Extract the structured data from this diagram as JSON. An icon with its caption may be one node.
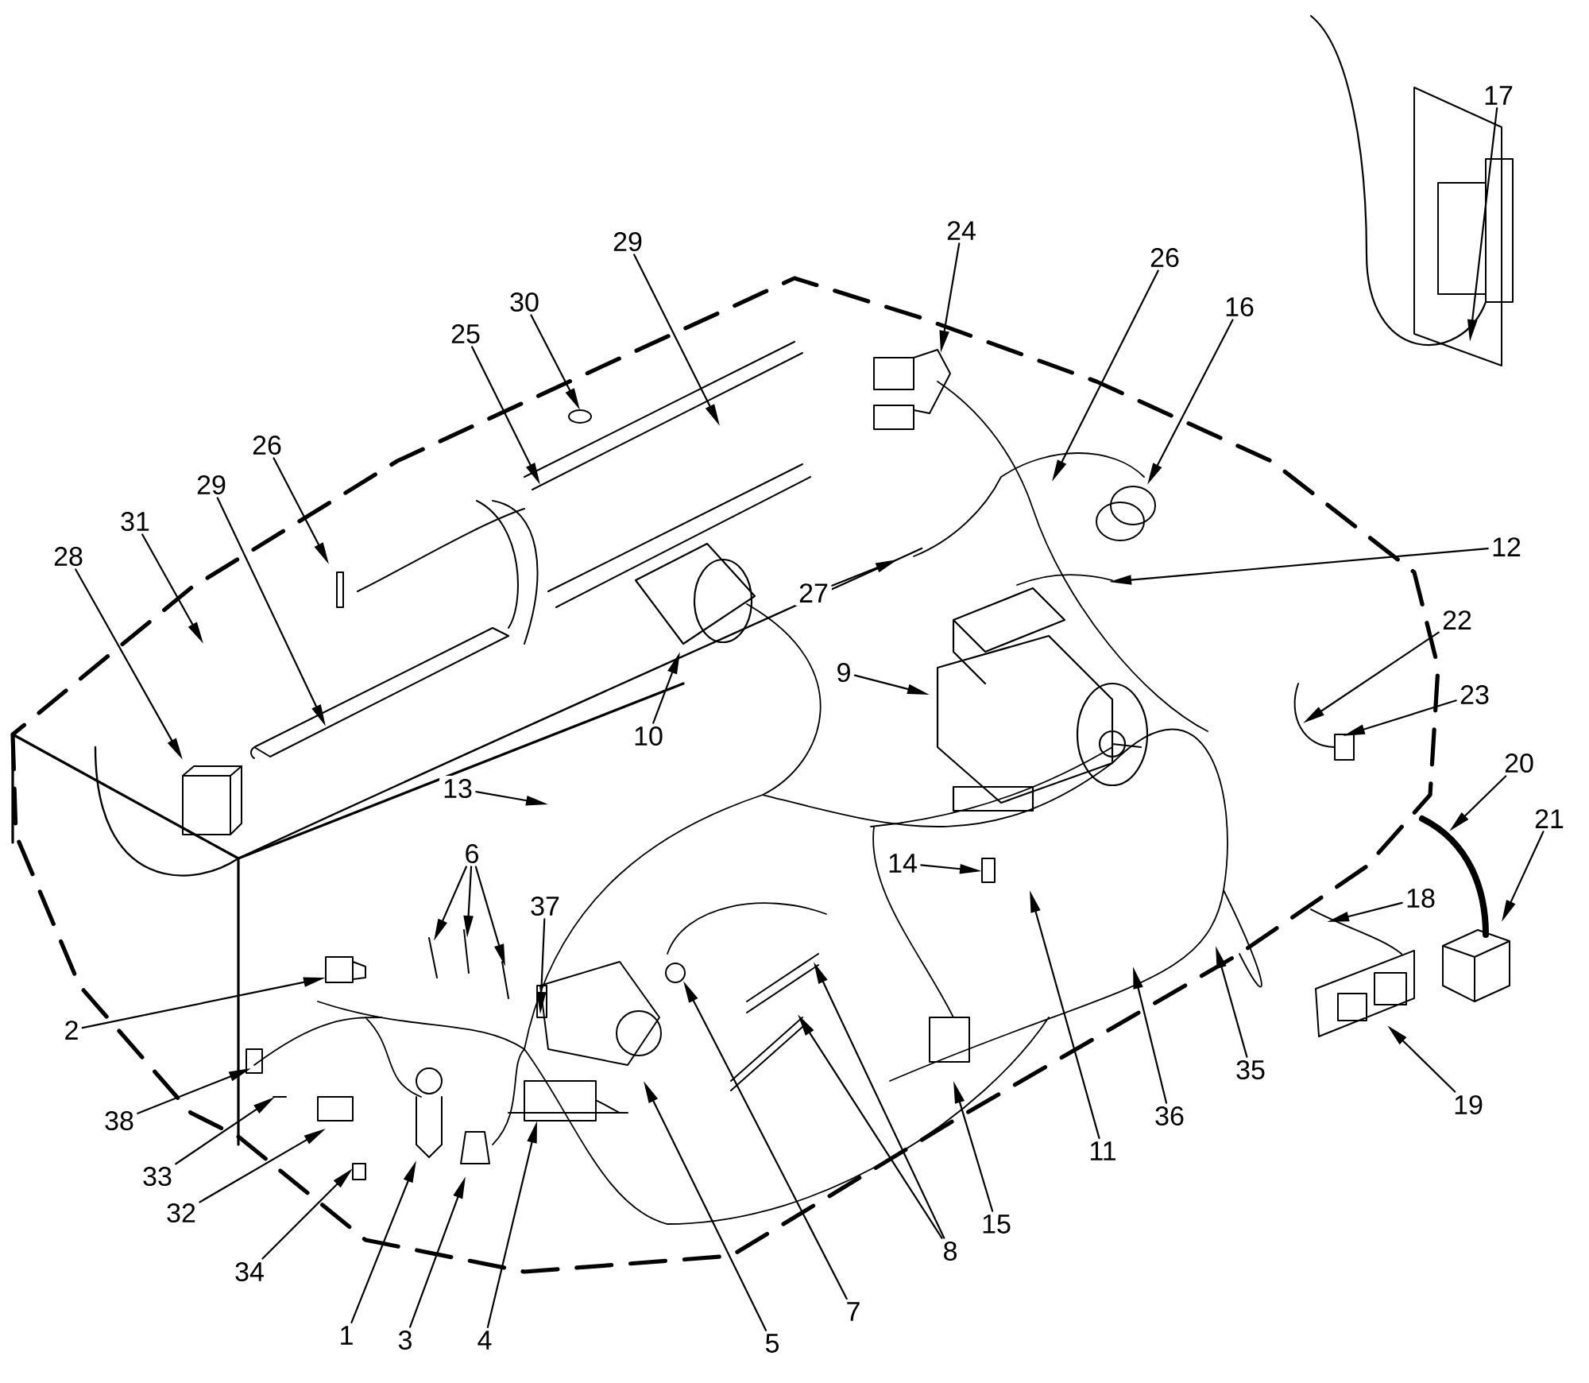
{
  "diagram": {
    "nodes": [
      {
        "text": [
          "1"
        ]
      },
      {
        "text": [
          "2"
        ]
      },
      {
        "text": [
          "3"
        ]
      },
      {
        "text": [
          "4"
        ]
      },
      {
        "text": [
          "5"
        ]
      },
      {
        "text": [
          "6"
        ]
      },
      {
        "text": [
          "7"
        ]
      },
      {
        "text": [
          "8"
        ]
      },
      {
        "text": [
          "9"
        ]
      },
      {
        "text": [
          "10"
        ]
      },
      {
        "text": [
          "11"
        ]
      },
      {
        "text": [
          "12"
        ]
      },
      {
        "text": [
          "13"
        ]
      },
      {
        "text": [
          "14"
        ]
      },
      {
        "text": [
          "15"
        ]
      },
      {
        "text": [
          "16"
        ]
      },
      {
        "text": [
          "17"
        ]
      },
      {
        "text": [
          "18"
        ]
      },
      {
        "text": [
          "19"
        ]
      },
      {
        "text": [
          "20"
        ]
      },
      {
        "text": [
          "21"
        ]
      },
      {
        "text": [
          "22"
        ]
      },
      {
        "text": [
          "23"
        ]
      },
      {
        "text": [
          "24"
        ]
      },
      {
        "text": [
          "25"
        ]
      },
      {
        "text": [
          "26"
        ]
      },
      {
        "text": [
          "26"
        ]
      },
      {
        "text": [
          "27"
        ]
      },
      {
        "text": [
          "28"
        ]
      },
      {
        "text": [
          "29"
        ]
      },
      {
        "text": [
          "29"
        ]
      },
      {
        "text": [
          "30"
        ]
      },
      {
        "text": [
          "31"
        ]
      },
      {
        "text": [
          "32"
        ]
      },
      {
        "text": [
          "33"
        ]
      },
      {
        "text": [
          "34"
        ]
      },
      {
        "text": [
          "35"
        ]
      },
      {
        "text": [
          "36"
        ]
      },
      {
        "text": [
          "37"
        ]
      },
      {
        "text": [
          "38"
        ]
      }
    ],
    "edges": [
      {
        "from": 0,
        "to": null,
        "arrow": "to"
      },
      {
        "from": 1,
        "to": null,
        "arrow": "to"
      },
      {
        "from": 2,
        "to": null,
        "arrow": "to"
      },
      {
        "from": 3,
        "to": null,
        "arrow": "to"
      },
      {
        "from": 4,
        "to": null,
        "arrow": "to"
      },
      {
        "from": 5,
        "to": null,
        "arrow": "to"
      },
      {
        "from": 5,
        "to": null,
        "arrow": "to"
      },
      {
        "from": 5,
        "to": null,
        "arrow": "to"
      },
      {
        "from": 6,
        "to": null,
        "arrow": "to"
      },
      {
        "from": 7,
        "to": null,
        "arrow": "to"
      },
      {
        "from": 7,
        "to": null,
        "arrow": "to"
      },
      {
        "from": 8,
        "to": null,
        "arrow": "to"
      },
      {
        "from": 9,
        "to": null,
        "arrow": "to"
      },
      {
        "from": 10,
        "to": null,
        "arrow": "to"
      },
      {
        "from": 11,
        "to": null,
        "arrow": "to"
      },
      {
        "from": 12,
        "to": null,
        "arrow": "to"
      },
      {
        "from": 13,
        "to": null,
        "arrow": "to"
      },
      {
        "from": 14,
        "to": null,
        "arrow": "to"
      },
      {
        "from": 15,
        "to": null,
        "arrow": "to"
      },
      {
        "from": 16,
        "to": null,
        "arrow": "to"
      },
      {
        "from": 17,
        "to": null,
        "arrow": "to"
      },
      {
        "from": 18,
        "to": null,
        "arrow": "to"
      },
      {
        "from": 19,
        "to": null,
        "arrow": "to"
      },
      {
        "from": 20,
        "to": null,
        "arrow": "to"
      },
      {
        "from": 21,
        "to": null,
        "arrow": "to"
      },
      {
        "from": 22,
        "to": null,
        "arrow": "to"
      },
      {
        "from": 23,
        "to": null,
        "arrow": "to"
      },
      {
        "from": 24,
        "to": null,
        "arrow": "to"
      },
      {
        "from": 25,
        "to": null,
        "arrow": "to"
      },
      {
        "from": 26,
        "to": null,
        "arrow": "to"
      },
      {
        "from": 27,
        "to": null,
        "arrow": "to"
      },
      {
        "from": 28,
        "to": null,
        "arrow": "to"
      },
      {
        "from": 29,
        "to": null,
        "arrow": "to"
      },
      {
        "from": 30,
        "to": null,
        "arrow": "to"
      },
      {
        "from": 31,
        "to": null,
        "arrow": "to"
      },
      {
        "from": 32,
        "to": null,
        "arrow": "to"
      },
      {
        "from": 33,
        "to": null,
        "arrow": "to"
      },
      {
        "from": 34,
        "to": null,
        "arrow": "to"
      },
      {
        "from": 35,
        "to": null,
        "arrow": "to"
      },
      {
        "from": 36,
        "to": null,
        "arrow": "to"
      },
      {
        "from": 37,
        "to": null,
        "arrow": "to"
      },
      {
        "from": 38,
        "to": null,
        "arrow": "to"
      },
      {
        "from": 39,
        "to": null,
        "arrow": "to"
      }
    ]
  }
}
